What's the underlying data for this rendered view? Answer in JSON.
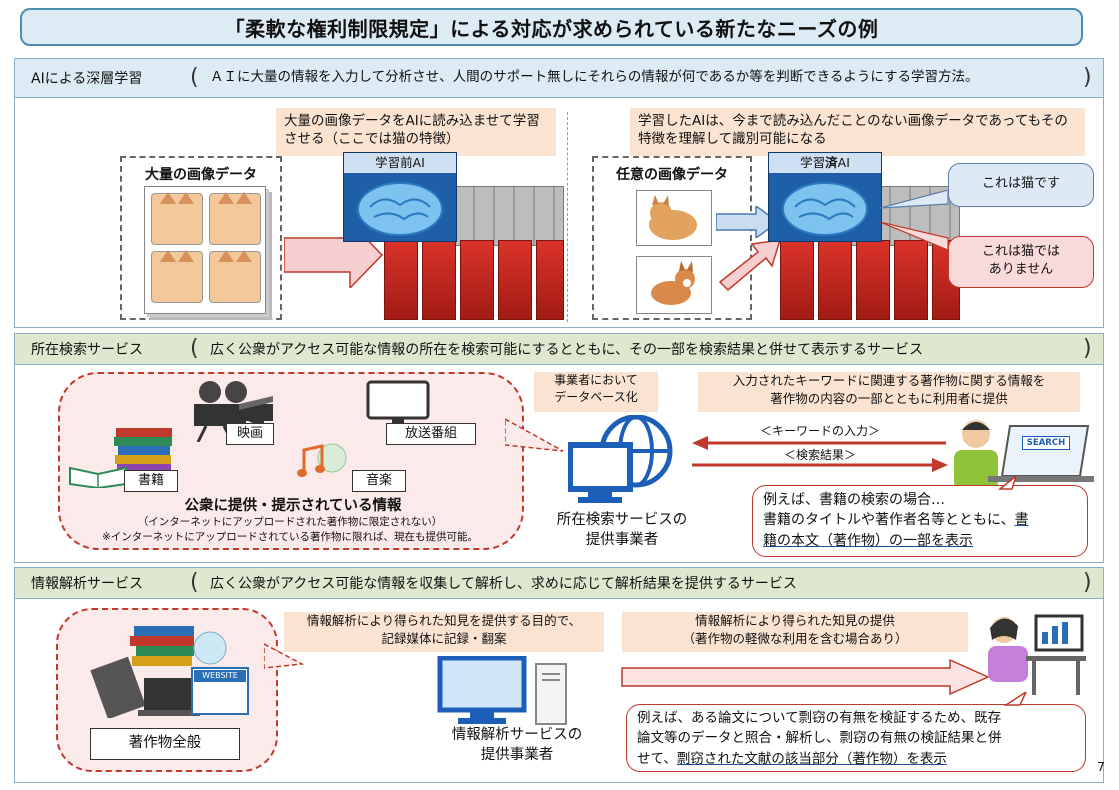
{
  "title": "「柔軟な権利制限規定」による対応が求められている新たなニーズの例",
  "page_number": "7",
  "sec1": {
    "title": "AIによる深層学習",
    "desc": "ＡＩに大量の情報を入力して分析させ、人間のサポート無しにそれらの情報が何であるか等を判断できるようにする学習方法。",
    "caption_left": "大量の画像データをAIに読み込ませて学習させる（ここでは猫の特徴）",
    "caption_right": "学習したAIは、今まで読み込んだことのない画像データであってもその特徴を理解して識別可能になる",
    "box_left_label": "大量の画像データ",
    "box_right_label": "任意の画像データ",
    "ai_before": "学習前AI",
    "ai_after_prefix": "学習",
    "ai_after_mid": "済",
    "ai_after_suffix": "AI",
    "result_cat": "これは猫です",
    "result_not_cat": "これは猫ではありません"
  },
  "sec2": {
    "title": "所在検索サービス",
    "desc": "広く公衆がアクセス可能な情報の所在を検索可能にするとともに、その一部を検索結果と併せて表示するサービス",
    "label_movie": "映画",
    "label_broadcast": "放送番組",
    "label_books": "書籍",
    "label_music": "音楽",
    "public_info": "公衆に提供・提示されている情報",
    "note1": "（インターネットにアップロードされた著作物に限定されない）",
    "note2": "※インターネットにアップロードされている著作物に限れば、現在も提供可能。",
    "db_caption": "事業者において\nデータベース化",
    "provider": "所在検索サービスの\n提供事業者",
    "top_caption": "入力されたキーワードに関連する著作物に関する情報を\n著作物の内容の一部とともに利用者に提供",
    "arrow_keyword": "＜キーワードの入力＞",
    "arrow_result": "＜検索結果＞",
    "search_badge": "SEARCH",
    "example_line1": "例えば、書籍の検索の場合…",
    "example_line2a": "書籍のタイトルや著作者名等とともに、",
    "example_line2b": "書",
    "example_line3": "籍の本文（著作物）の一部を表示"
  },
  "sec3": {
    "title": "情報解析サービス",
    "desc": "広く公衆がアクセス可能な情報を収集して解析し、求めに応じて解析結果を提供するサービス",
    "caption_left": "情報解析により得られた知見を提供する目的で、\n記録媒体に記録・翻案",
    "caption_right": "情報解析により得られた知見の提供\n（著作物の軽微な利用を含む場合あり）",
    "works_label": "著作物全般",
    "website_badge": "WEBSITE",
    "provider": "情報解析サービスの\n提供事業者",
    "example_line1": "例えば、ある論文について剽窃の有無を検証するため、既存",
    "example_line2": "論文等のデータと照合・解析し、剽窃の有無の検証結果と併",
    "example_line3a": "せて、",
    "example_line3b": "剽窃された文献の該当部分（著作物）を表示"
  },
  "colors": {
    "header_bg": "#dcebf4",
    "section_head_bg_blue": "#dcebf4",
    "section_head_bg_green": "#dde8cf",
    "peach": "#fbe3d2",
    "red": "#c0392b",
    "arrow_pink": "#f6d0d0",
    "arrow_blue": "#c9dcf0"
  }
}
